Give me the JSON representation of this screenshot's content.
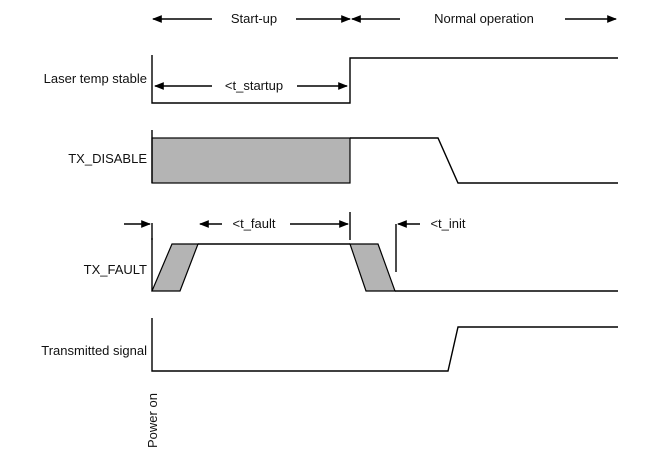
{
  "phases": {
    "startup": "Start-up",
    "normal": "Normal operation"
  },
  "signals": {
    "laser": "Laser temp stable",
    "tx_disable": "TX_DISABLE",
    "tx_fault": "TX_FAULT",
    "transmitted": "Transmitted signal"
  },
  "timings": {
    "startup": "<t_startup",
    "fault": "<t_fault",
    "init": "<t_init"
  },
  "power_on": "Power on"
}
